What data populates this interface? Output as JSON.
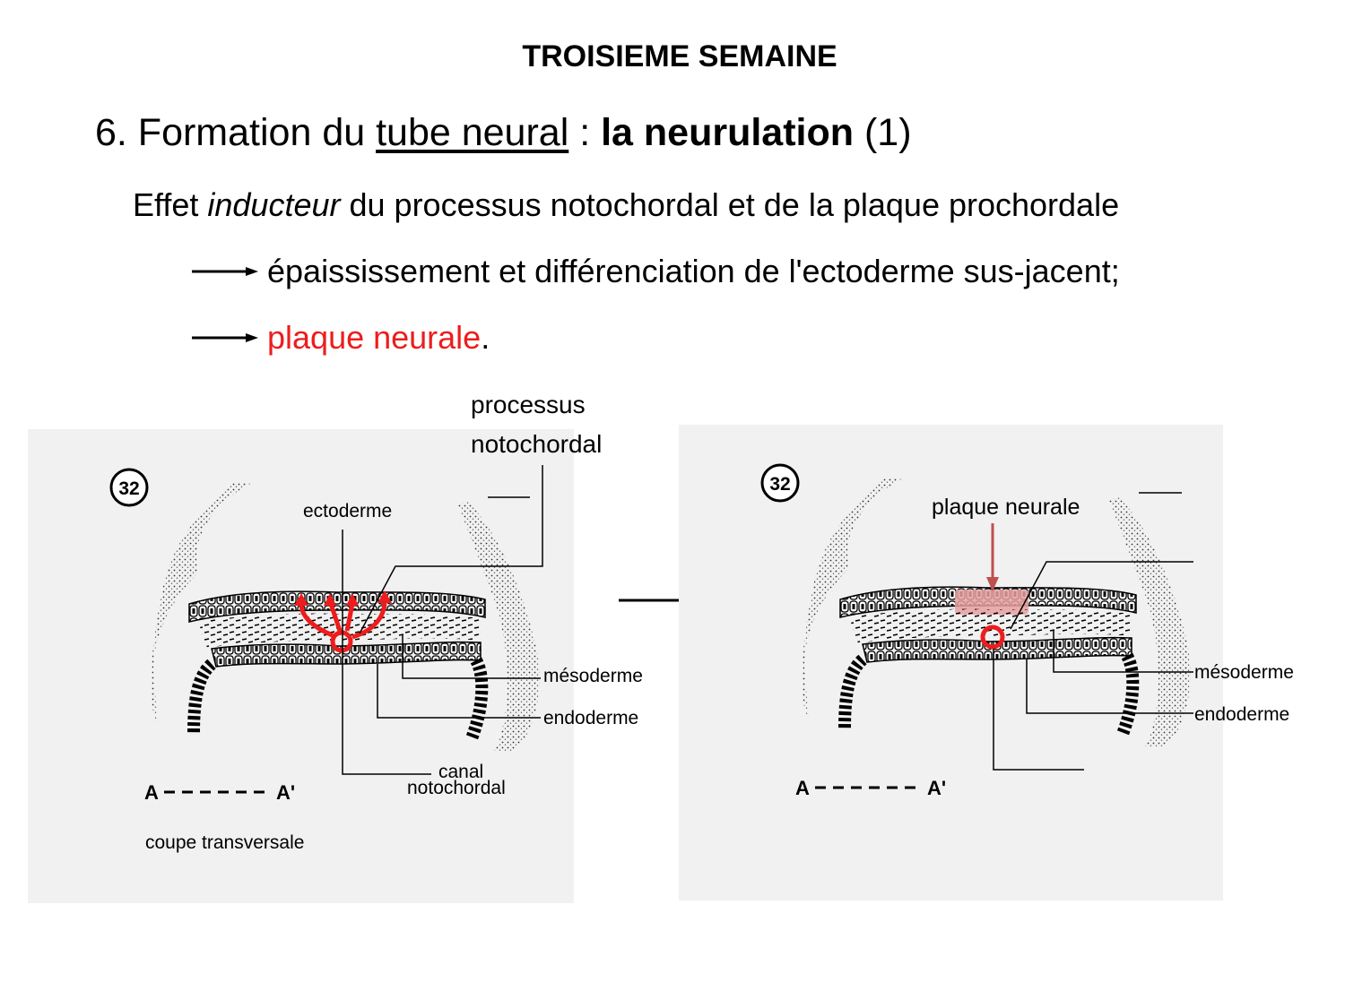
{
  "title": "TROISIEME SEMAINE",
  "heading": {
    "prefix": "6. Formation du ",
    "underlined": "tube neural",
    "sep": " : ",
    "bold": "la neurulation",
    "suffix": "  (1)"
  },
  "line1": {
    "before": "Effet ",
    "italic": "inducteur",
    "after": " du processus notochordal et de la plaque prochordale"
  },
  "bullets": [
    {
      "text": "épaississement et différenciation de l'ectoderme sus-jacent;"
    },
    {
      "text": "plaque neurale",
      "trail": "."
    }
  ],
  "figure_left": {
    "badge": "32",
    "label_processus_1": "processus",
    "label_processus_2": "notochordal",
    "label_ectoderme": "ectoderme",
    "label_mesoderme": "mésoderme",
    "label_endoderme": "endoderme",
    "label_canal_1": "canal",
    "label_canal_2": "notochordal",
    "axis_a": "A",
    "axis_a_prime": "A'",
    "caption": "coupe transversale"
  },
  "figure_right": {
    "badge": "32",
    "label_plaque": "plaque neurale",
    "label_mesoderme": "mésoderme",
    "label_endoderme": "endoderme",
    "axis_a": "A",
    "axis_a_prime": "A'"
  },
  "colors": {
    "red_text": "#ee1c1c",
    "plate_fill": "#e8a0a0",
    "arrow_red": "#c0504d"
  }
}
